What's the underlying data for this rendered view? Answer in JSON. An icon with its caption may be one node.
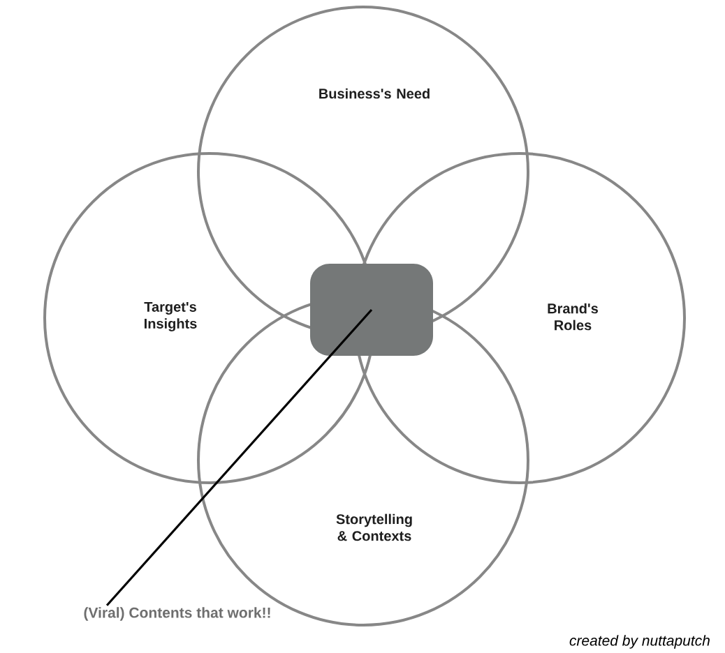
{
  "diagram": {
    "nodes": [
      {
        "text": [
          "Business's Need"
        ]
      },
      {
        "text": [
          "Target's Insights"
        ]
      },
      {
        "text": [
          "Brand's Roles"
        ]
      },
      {
        "text": [
          "Storytelling & Contexts"
        ]
      },
      {
        "text": [],
        "shape": "box"
      },
      {
        "text": [
          "(Viral) Contents that work!!"
        ]
      }
    ],
    "edges": [
      {
        "from": 5,
        "to": 4,
        "arrow": "none"
      }
    ],
    "labels": [
      "created by nuttaputch"
    ]
  }
}
